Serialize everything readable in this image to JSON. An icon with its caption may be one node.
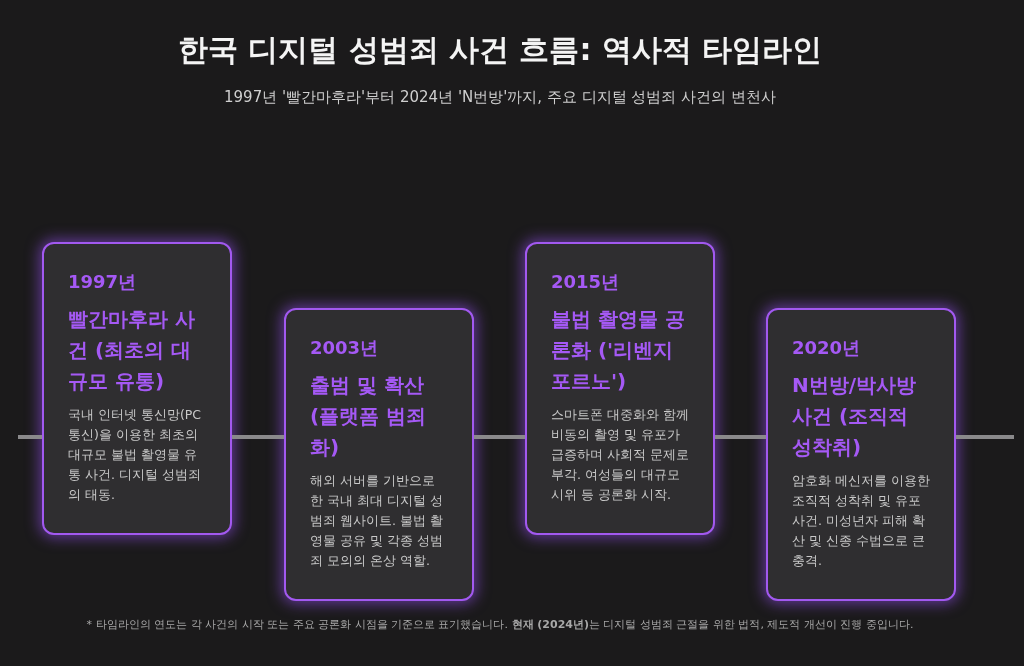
{
  "diagram": {
    "title": "한국 디지털 성범죄 사건 흐름: 역사적 타임라인",
    "caption": "1997년 '빨간마후라'부터 2024년 'N번방'까지, 주요 디지털 성범죄 사건의 변천사",
    "nodes": [
      {
        "text": [
          "1997년",
          "빨간마후라 사건 (최초의 대규모 유통)",
          "국내 인터넷 통신망(PC통신)을 이용한 최초의 대규모 불법 촬영물 유통 사건. 디지털 성범죄의 태동."
        ]
      },
      {
        "text": [
          "2003년",
          "출범 및 확산 (플랫폼 범죄화)",
          "해외 서버를 기반으로 한 국내 최대 디지털 성범죄 웹사이트. 불법 촬영물 공유 및 각종 성범죄 모의의 온상 역할."
        ]
      },
      {
        "text": [
          "2015년",
          "불법 촬영물 공론화 ('리벤지 포르노')",
          "스마트폰 대중화와 함께 비동의 촬영 및 유포가 급증하며 사회적 문제로 부각. 여성들의 대규모 시위 등 공론화 시작."
        ]
      },
      {
        "text": [
          "2020년",
          "N번방/박사방 사건 (조직적 성착취)",
          "암호화 메신저를 이용한 조직적 성착취 및 유포 사건. 미성년자 피해 확산 및 신종 수법으로 큰 충격."
        ]
      }
    ],
    "edges": [
      {
        "from": null,
        "to": 0,
        "arrow": "none"
      },
      {
        "from": 0,
        "to": 1,
        "arrow": "none"
      },
      {
        "from": 1,
        "to": 2,
        "arrow": "none"
      },
      {
        "from": 2,
        "to": 3,
        "arrow": "none"
      },
      {
        "from": 3,
        "to": null,
        "arrow": "none"
      }
    ],
    "labels": [
      "* 타임라인의 연도는 각 사건의 시작 또는 주요 공론화 시점을 기준으로 표기했습니다. **현재 (2024년)**는 디지털 성범죄 근절을 위한 법적, 제도적 개선이 진행 중입니다."
    ]
  }
}
